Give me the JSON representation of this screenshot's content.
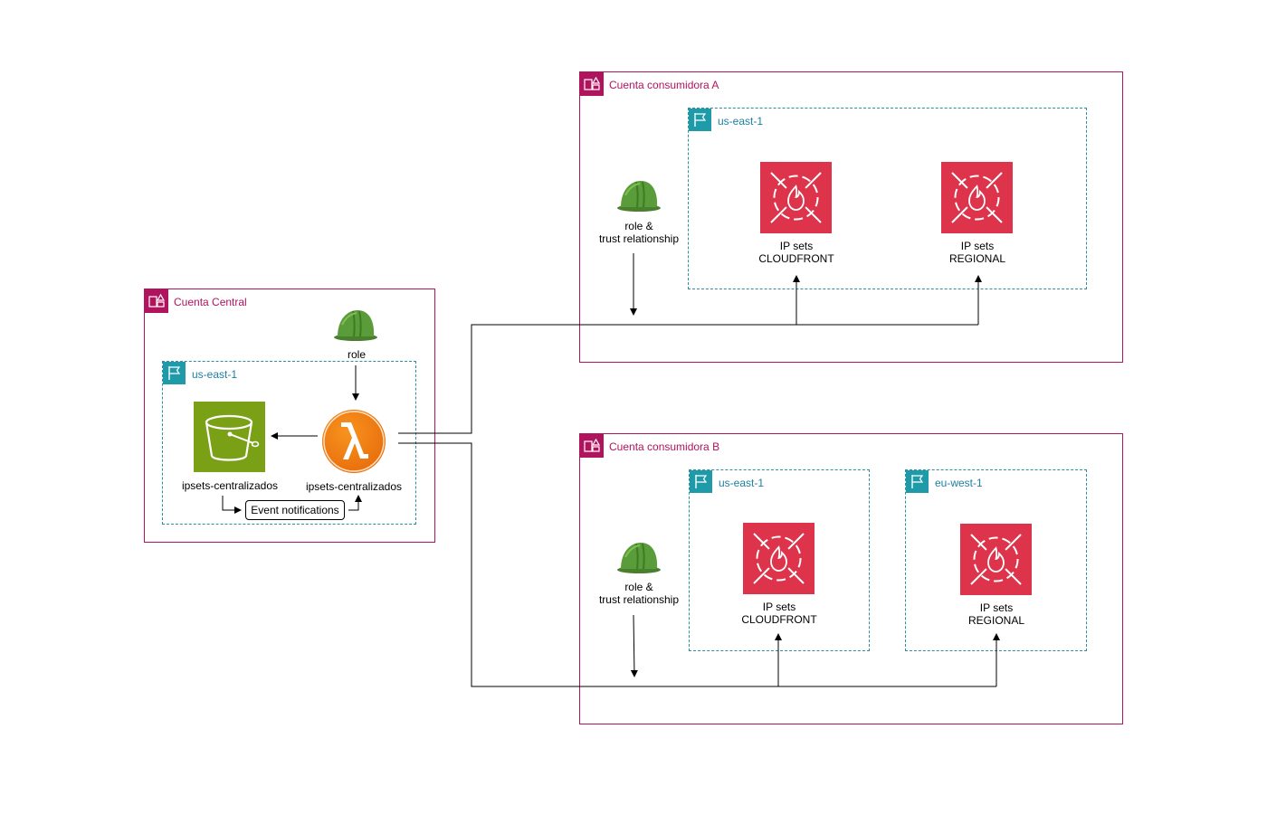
{
  "central": {
    "account_title": "Cuenta Central",
    "region_title": "us-east-1",
    "role_label": "role",
    "bucket_label": "ipsets-centralizados",
    "lambda_label": "ipsets-centralizados",
    "event_label": "Event notifications"
  },
  "consumer_a": {
    "account_title": "Cuenta consumidora A",
    "role_label_line1": "role &",
    "role_label_line2": "trust relationship",
    "region_title": "us-east-1",
    "ipset_cloudfront_line1": "IP sets",
    "ipset_cloudfront_line2": "CLOUDFRONT",
    "ipset_regional_line1": "IP sets",
    "ipset_regional_line2": "REGIONAL"
  },
  "consumer_b": {
    "account_title": "Cuenta consumidora B",
    "role_label_line1": "role &",
    "role_label_line2": "trust relationship",
    "region1_title": "us-east-1",
    "region2_title": "eu-west-1",
    "ipset_cloudfront_line1": "IP sets",
    "ipset_cloudfront_line2": "CLOUDFRONT",
    "ipset_regional_line1": "IP sets",
    "ipset_regional_line2": "REGIONAL"
  },
  "colors": {
    "account": "#b0145e",
    "region": "#1f9aa8",
    "s3": "#7aa116",
    "lambda": "#ed7100",
    "waf": "#dd344c",
    "helmet": "#5b9c3a"
  },
  "icons": [
    "account-icon",
    "region-flag-icon",
    "helmet-icon",
    "s3-bucket-icon",
    "lambda-icon",
    "waf-ipset-icon"
  ]
}
